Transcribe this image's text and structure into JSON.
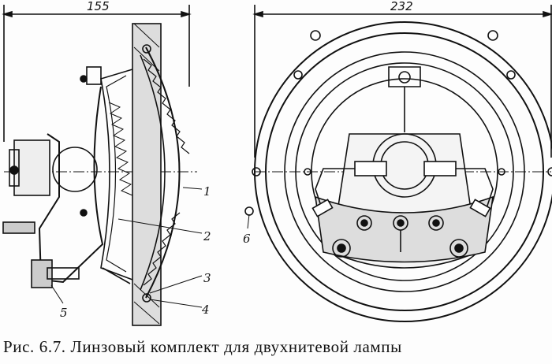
{
  "figure": {
    "caption": "Рис. 6.7. Линзовый комплект для двухнитевой лампы",
    "dimensions": {
      "side_width": "155",
      "front_diameter": "232"
    },
    "callouts": [
      "1",
      "2",
      "3",
      "4",
      "5",
      "6"
    ]
  }
}
